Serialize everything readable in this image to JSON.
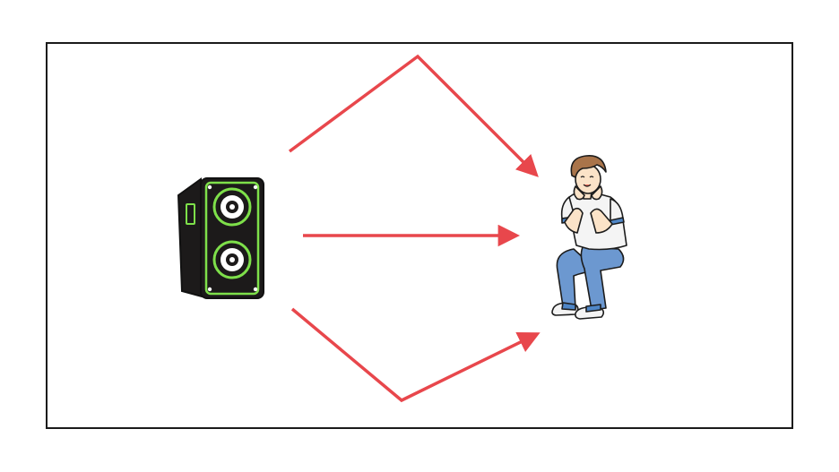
{
  "diagram": {
    "type": "sound-propagation-illustration",
    "source": "speaker-icon",
    "receiver": "person-listening-icon",
    "arrow_count": 3,
    "paths": [
      "reflected-top",
      "direct",
      "reflected-bottom"
    ]
  },
  "colors": {
    "frame": "#1a1a1a",
    "arrow": "#e8474c",
    "speaker_body": "#1c1a1a",
    "speaker_trim": "#7ee04a",
    "shirt": "#f4f4f4",
    "shirt_trim": "#4f86c6",
    "jeans": "#6c98d0",
    "hair": "#a9744a",
    "skin": "#fbe3c8"
  }
}
